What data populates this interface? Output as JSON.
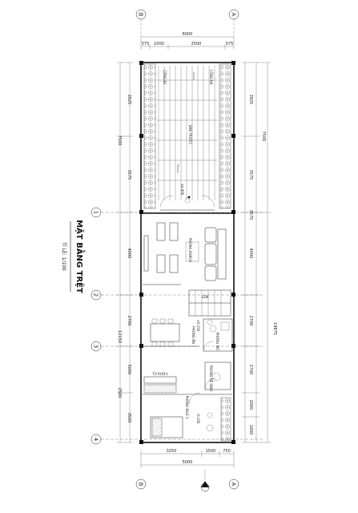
{
  "drawing": {
    "title": "MẶT BẰNG TRỆT",
    "scale": "TỈ LỆ: 1/100"
  },
  "axes": {
    "columns": [
      "B",
      "A"
    ],
    "rows": [
      "1",
      "2",
      "3",
      "4"
    ]
  },
  "dimensions": {
    "top_overall": "6000",
    "top_segments": [
      "575",
      "1000",
      "2500",
      "575"
    ],
    "left_col": [
      "3925",
      "7500",
      "3575",
      "4000",
      "2700",
      "12150",
      "5000",
      "2500",
      "3500"
    ],
    "right_inner": [
      "3925",
      "3575",
      "3575",
      "4000",
      "2700",
      "2700",
      "2000",
      "1000"
    ],
    "right_outer": [
      "7500",
      "19875"
    ],
    "bottom_segments": [
      "3250",
      "1500",
      "750"
    ],
    "bottom_overall": "5000"
  },
  "rooms": {
    "car_park": "SÂN TRƯỚC",
    "living": "PHÒNG KHÁCH",
    "dining": "PHÒNG ĂN",
    "kitchen_wc": "PHÒNG WC",
    "bedroom": "PHÒNG NGỦ 1",
    "cabinet": "TỦ RƯỢU",
    "wc_small": "PHÒNG VỆ SINH",
    "stair": "LÊN",
    "gate_left": "CỔNG ĐI",
    "gate_right": "CỔNG RA"
  },
  "levels": {
    "lv1": "±0.000",
    "lv2": "+0.150",
    "lv3": "-0.100"
  }
}
